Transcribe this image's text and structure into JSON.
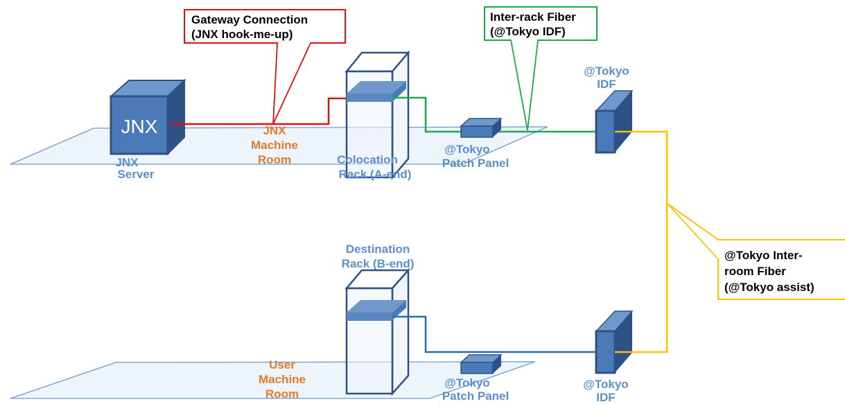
{
  "colors": {
    "device_fill": "#4a7ab8",
    "device_dark": "#2e5286",
    "device_light": "#6f98cc",
    "floor_fill": "#eef4fb",
    "floor_stroke": "#6a9bd1",
    "gateway_line": "#e01010",
    "interrack_line": "#1aa84a",
    "interroom_line": "#ffc000",
    "user_line": "#1f6fb3",
    "label_blue": "#5b8fc9",
    "label_orange": "#e07b2a"
  },
  "devices": {
    "jnx_server": {
      "text": "JNX",
      "label_line1": "JNX",
      "label_line2": "Server"
    },
    "colocation_rack": {
      "label_line1": "Colocation",
      "label_line2": "Rack (A-end)"
    },
    "patch_panel_top": {
      "label_line1": "@Tokyo",
      "label_line2": "Patch Panel"
    },
    "idf_top": {
      "label_line1": "@Tokyo",
      "label_line2": "IDF"
    },
    "destination_rack": {
      "label_line1": "Destination",
      "label_line2": "Rack (B-end)"
    },
    "patch_panel_bottom": {
      "label_line1": "@Tokyo",
      "label_line2": "Patch Panel"
    },
    "idf_bottom": {
      "label_line1": "@Tokyo",
      "label_line2": "IDF"
    }
  },
  "rooms": {
    "jnx_room": {
      "line1": "JNX",
      "line2": "Machine",
      "line3": "Room"
    },
    "user_room": {
      "line1": "User",
      "line2": "Machine",
      "line3": "Room"
    }
  },
  "callouts": {
    "gateway": {
      "line1": "Gateway Connection",
      "line2": "(JNX hook-me-up)",
      "color": "#e01010"
    },
    "interrack": {
      "line1": "Inter-rack Fiber",
      "line2": "(@Tokyo IDF)",
      "color": "#1aa84a"
    },
    "interroom": {
      "line1": "@Tokyo Inter-",
      "line2": "room Fiber",
      "line3": "(@Tokyo assist)",
      "color": "#ffc000"
    }
  }
}
